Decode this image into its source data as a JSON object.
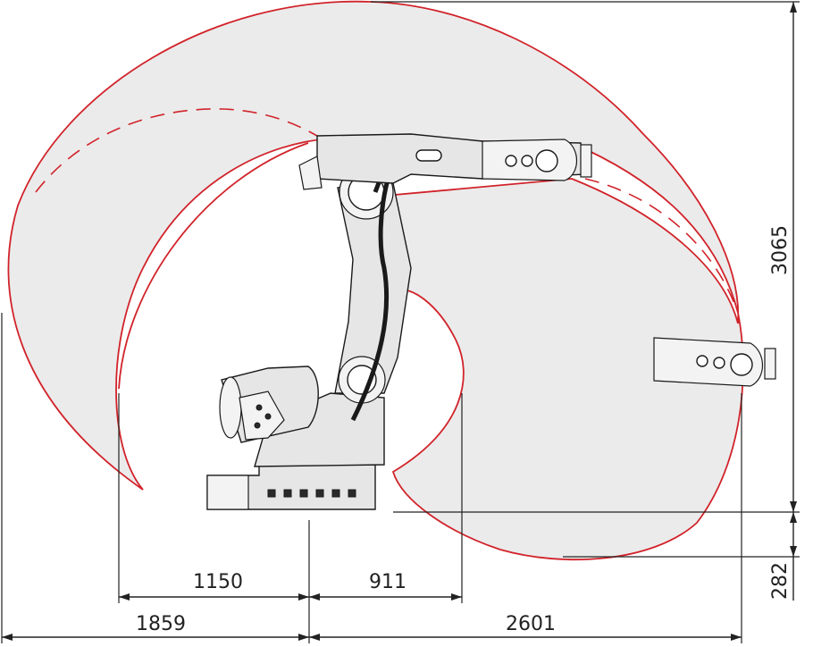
{
  "dimensions": {
    "reach_back_outer": "1859",
    "reach_back_inner": "1150",
    "reach_front_inner": "911",
    "reach_front_outer": "2601",
    "height_max": "3065",
    "depth_below": "282"
  },
  "colors": {
    "envelope_line": "#d1232a",
    "envelope_fill": "#ebebeb",
    "dimension_line": "#222222"
  }
}
